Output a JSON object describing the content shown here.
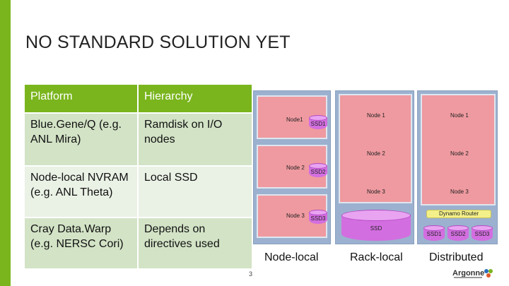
{
  "slide": {
    "title": "NO STANDARD SOLUTION YET",
    "page_number": "3",
    "logo_text": "Argonne",
    "accent_color": "#7ab51d"
  },
  "table": {
    "headers": [
      "Platform",
      "Hierarchy"
    ],
    "rows": [
      {
        "platform": "Blue.Gene/Q (e.g. ANL Mira)",
        "hierarchy": "Ramdisk on I/O nodes"
      },
      {
        "platform": "Node-local NVRAM (e.g. ANL Theta)",
        "hierarchy": "Local SSD"
      },
      {
        "platform": "Cray Data.Warp (e.g. NERSC Cori)",
        "hierarchy": "Depends on directives used"
      }
    ]
  },
  "diagram": {
    "captions": {
      "node_local": "Node-local",
      "rack_local": "Rack-local",
      "distributed": "Distributed"
    },
    "node_local": {
      "nodes": [
        {
          "label": "Node1",
          "ssd": "SSD1"
        },
        {
          "label": "Node 2",
          "ssd": "SSD2"
        },
        {
          "label": "Node 3",
          "ssd": "SSD3"
        }
      ]
    },
    "rack_local": {
      "nodes": [
        "Node 1",
        "Node 2",
        "Node 3"
      ],
      "ssd": "SSD"
    },
    "distributed": {
      "nodes": [
        "Node 1",
        "Node 2",
        "Node 3"
      ],
      "router": "Dynamo Router",
      "ssds": [
        "SSD1",
        "SSD2",
        "SSD3"
      ]
    }
  }
}
